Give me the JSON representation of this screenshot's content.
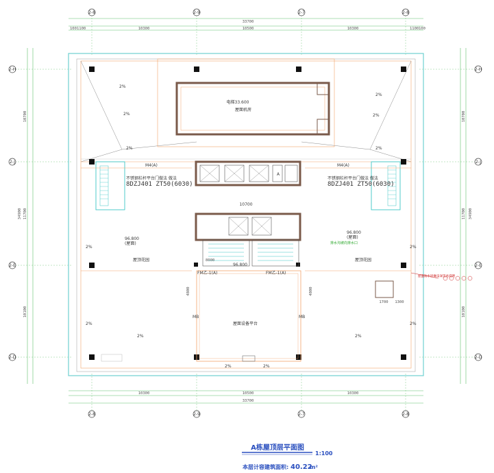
{
  "axes": {
    "top": [
      "2-8",
      "2-9",
      "2-7",
      "2-8"
    ],
    "bottom": [
      "2-8",
      "2-9",
      "2-7",
      "2-8"
    ],
    "left": [
      "2-H",
      "2-J",
      "2-E",
      "2-D"
    ],
    "right": [
      "2-H",
      "2-J",
      "2-E",
      "2-D"
    ]
  },
  "dims": {
    "top_total": "33700",
    "top_segments": [
      "10300",
      "10500",
      "10300"
    ],
    "top_edge_left": "100",
    "top_edge_left2": "1100",
    "top_edge_right": "1100",
    "top_edge_right2": "100",
    "bottom_total": "33700",
    "bottom_segments": [
      "10300",
      "10500",
      "10300"
    ],
    "left_total": "34900",
    "left_segments": [
      "10700",
      "11700",
      "10100"
    ],
    "right_total": "34900",
    "right_segments": [
      "10700",
      "11700",
      "10100"
    ],
    "middle_span": "10700",
    "lobby_w": "8000",
    "lobby_h1": "4800",
    "lobby_h2": "4800",
    "stub_a": "1700",
    "stub_b": "1300"
  },
  "labels": {
    "roof_top_elev": "电梯33.600",
    "roof_top_room": "屋面机房",
    "elev_left": "96.800",
    "elev_left_note": "(屋面)",
    "elev_right": "96.800",
    "elev_right_note": "(屋面)",
    "roof_area_left": "屋顶花园",
    "roof_area_right": "屋顶花园",
    "center_area": "屋面设备平台",
    "door_left": "M4(A)",
    "door_right": "M4(A)",
    "door_fm_left": "FM乙-1(A)",
    "door_fm_right": "FM乙-1(A)",
    "spec_left": "8DZJ401 ZT50(6030)",
    "spec_right": "8DZJ401 ZT50(6030)",
    "spec_left_title": "不锈钢栏杆平台门做法 做法",
    "spec_right_title": "不锈钢栏杆平台门做法 做法",
    "slope": "2%",
    "note_red": "屋面防水层做法详见总说明",
    "note_green": "排水沟坡向排水口",
    "elev_door": "A",
    "center_stair_elev": "96.800",
    "m_marks": [
      "MB",
      "MB"
    ]
  },
  "footer": {
    "title": "A栋屋顶层平面图",
    "scale": "1:100",
    "area_label": "本层计容建筑面积:",
    "area_value": "40.22",
    "area_unit": "m²"
  },
  "colors": {
    "outer_border": "#6fd0d0",
    "wall": "#7a5a4a",
    "orange": "#f2a36a",
    "cyan": "#3cc6c6",
    "column": "#111111",
    "dim_line": "#5fbf6a",
    "axis_circle": "#444444",
    "title_blue": "#2a4fbf"
  }
}
